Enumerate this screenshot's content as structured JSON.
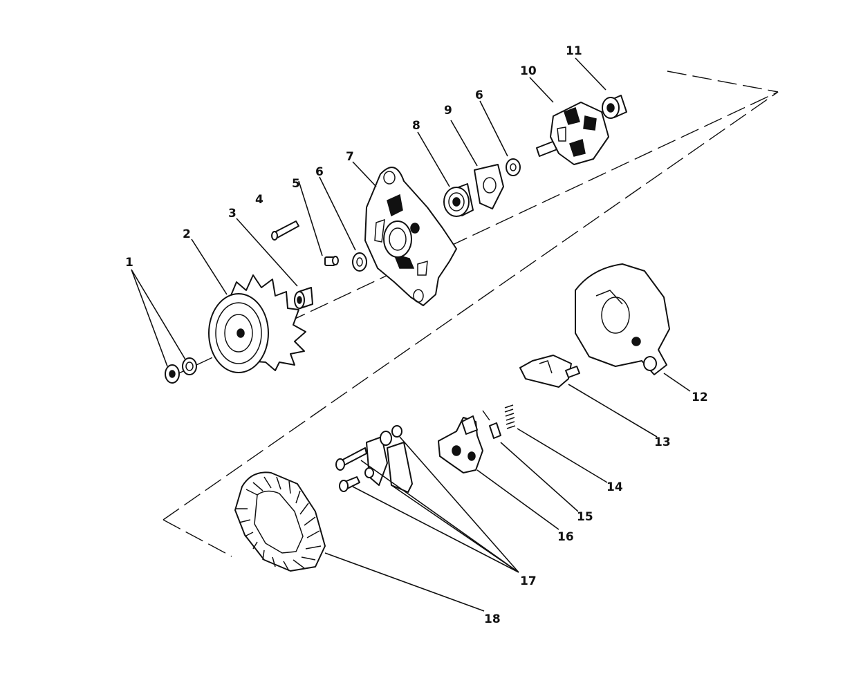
{
  "diagram": {
    "callouts": [
      {
        "id": "1",
        "label": "1"
      },
      {
        "id": "2",
        "label": "2"
      },
      {
        "id": "3",
        "label": "3"
      },
      {
        "id": "4",
        "label": "4"
      },
      {
        "id": "5",
        "label": "5"
      },
      {
        "id": "6a",
        "label": "6"
      },
      {
        "id": "7",
        "label": "7"
      },
      {
        "id": "8",
        "label": "8"
      },
      {
        "id": "9",
        "label": "9"
      },
      {
        "id": "6b",
        "label": "6"
      },
      {
        "id": "10",
        "label": "10"
      },
      {
        "id": "11",
        "label": "11"
      },
      {
        "id": "12",
        "label": "12"
      },
      {
        "id": "13",
        "label": "13"
      },
      {
        "id": "14",
        "label": "14"
      },
      {
        "id": "15",
        "label": "15"
      },
      {
        "id": "16",
        "label": "16"
      },
      {
        "id": "17",
        "label": "17"
      },
      {
        "id": "18",
        "label": "18"
      }
    ]
  }
}
